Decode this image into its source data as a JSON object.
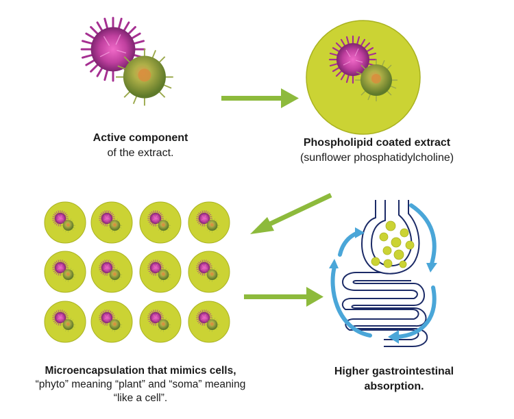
{
  "captions": {
    "active": {
      "bold": "Active component",
      "regular": "of the extract."
    },
    "phospholipid": {
      "bold": "Phospholipid coated extract",
      "regular": "(sunflower phosphatidylcholine)"
    },
    "micro": {
      "bold": "Microencapsulation that mimics cells,",
      "line2": "“phyto” meaning “plant” and “soma” meaning",
      "line3": "“like a cell”."
    },
    "absorption": {
      "line1": "Higher gastrointestinal",
      "line2": "absorption."
    }
  },
  "colors": {
    "capsule": "#cbd334",
    "capsule_edge": "#aab31e",
    "arrow": "#8dba3c",
    "purple_flower": "#b03a9a",
    "green_bud": "#7f9a3a",
    "gut_outline": "#1b2a66",
    "gut_arrow": "#4aa6d8"
  },
  "icons": [
    "thistle-flower-icon",
    "capsule-icon",
    "stomach-intestine-icon",
    "right-arrow-icon",
    "diagonal-arrow-icon"
  ]
}
